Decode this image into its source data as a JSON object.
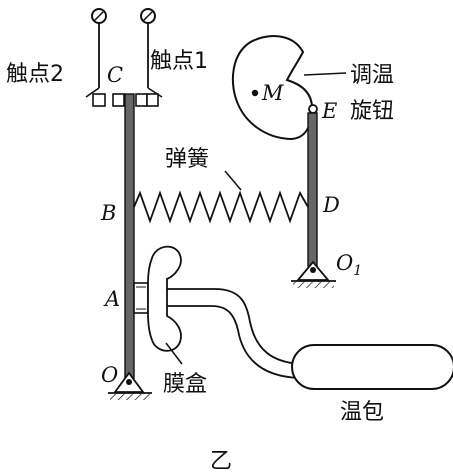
{
  "labels": {
    "contact2": "触点2",
    "contact1": "触点1",
    "point_c": "C",
    "point_m": "M",
    "point_e": "E",
    "point_b": "B",
    "point_d": "D",
    "point_a": "A",
    "point_o": "O",
    "point_o1": "O",
    "point_o1_sub": "1",
    "knob": [
      "调温",
      "旋钮"
    ],
    "spring": "弹簧",
    "membrane_box": "膜盒",
    "temp_bulb": "温包",
    "caption": "乙"
  },
  "colors": {
    "ink": "#111111",
    "rod": "#555555"
  }
}
